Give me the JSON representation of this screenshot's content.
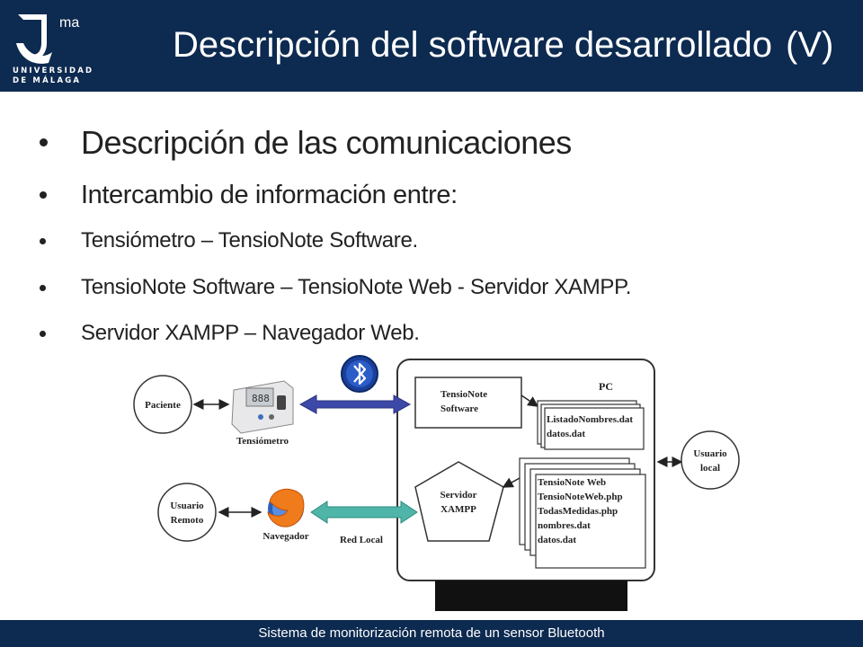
{
  "header": {
    "logo_mark": "ma",
    "university_line1": "UNIVERSIDAD",
    "university_line2": "DE MÁLAGA",
    "title": "Descripción del software desarrollado",
    "title_number": "(V)"
  },
  "bullets": [
    "Descripción de las comunicaciones",
    "Intercambio de información entre:",
    "Tensiómetro – TensioNote Software.",
    "TensioNote Software – TensioNote Web - Servidor XAMPP.",
    "Servidor XAMPP – Navegador Web."
  ],
  "diagram": {
    "paciente": "Paciente",
    "tensiometro": "Tensiómetro",
    "usuario_remoto_1": "Usuario",
    "usuario_remoto_2": "Remoto",
    "navegador": "Navegador",
    "red_local": "Red Local",
    "pc": "PC",
    "tensionote_software_1": "TensioNote",
    "tensionote_software_2": "Software",
    "files_software": [
      "ListadoNombres.dat",
      "datos.dat"
    ],
    "servidor_1": "Servidor",
    "servidor_2": "XAMPP",
    "files_server": [
      "TensioNote Web",
      "TensioNoteWeb.php",
      "TodasMedidas.php",
      "nombres.dat",
      "datos.dat"
    ],
    "usuario_local_1": "Usuario",
    "usuario_local_2": "local",
    "bluetooth_icon": "bluetooth-icon",
    "firefox_icon": "firefox-icon"
  },
  "footer": {
    "text": "Sistema de monitorización remota de un sensor Bluetooth"
  },
  "colors": {
    "header_bg": "#0d2a50",
    "arrow_blue": "#3d49a8",
    "arrow_teal": "#4fb5a8"
  }
}
